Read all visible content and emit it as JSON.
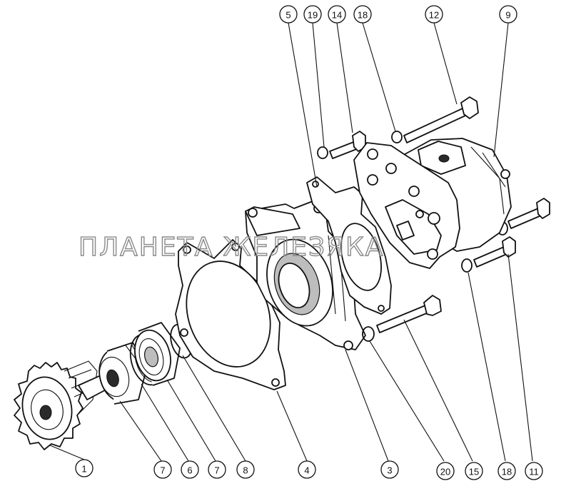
{
  "watermark": "ПЛАНЕТА ЖЕЛЕЗЯКА",
  "callouts": [
    {
      "id": "c1",
      "label": "1"
    },
    {
      "id": "c7a",
      "label": "7"
    },
    {
      "id": "c6",
      "label": "6"
    },
    {
      "id": "c7b",
      "label": "7"
    },
    {
      "id": "c8",
      "label": "8"
    },
    {
      "id": "c4",
      "label": "4"
    },
    {
      "id": "c3",
      "label": "3"
    },
    {
      "id": "c20",
      "label": "20"
    },
    {
      "id": "c15",
      "label": "15"
    },
    {
      "id": "c18b",
      "label": "18"
    },
    {
      "id": "c11",
      "label": "11"
    },
    {
      "id": "c5",
      "label": "5"
    },
    {
      "id": "c19",
      "label": "19"
    },
    {
      "id": "c14",
      "label": "14"
    },
    {
      "id": "c18a",
      "label": "18"
    },
    {
      "id": "c12",
      "label": "12"
    },
    {
      "id": "c9",
      "label": "9"
    }
  ]
}
